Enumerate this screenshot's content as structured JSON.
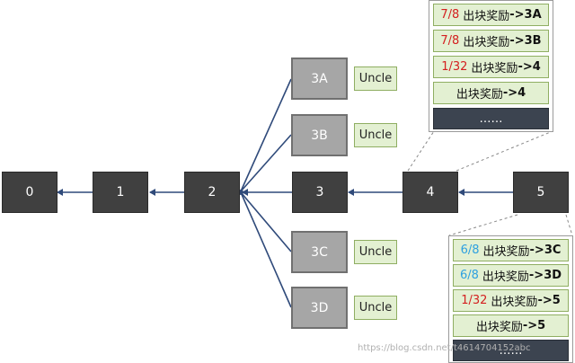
{
  "main_chain": [
    "0",
    "1",
    "2",
    "3",
    "4",
    "5"
  ],
  "branches": [
    {
      "block": "3A",
      "tag": "Uncle"
    },
    {
      "block": "3B",
      "tag": "Uncle"
    },
    {
      "block": "3C",
      "tag": "Uncle"
    },
    {
      "block": "3D",
      "tag": "Uncle"
    }
  ],
  "panel_top": {
    "rows": [
      {
        "fraction": "7/8",
        "text": "出块奖励",
        "arrow": "->3A",
        "fraction_color": "#d42020"
      },
      {
        "fraction": "7/8",
        "text": "出块奖励",
        "arrow": "->3B",
        "fraction_color": "#d42020"
      },
      {
        "fraction": "1/32",
        "text": "出块奖励",
        "arrow": "->4",
        "fraction_color": "#d42020"
      },
      {
        "fraction": "",
        "text": "出块奖励",
        "arrow": "->4",
        "fraction_color": ""
      }
    ],
    "ellipsis": "……"
  },
  "panel_bottom": {
    "rows": [
      {
        "fraction": "6/8",
        "text": "出块奖励",
        "arrow": "->3C",
        "fraction_color": "#2ea0e0"
      },
      {
        "fraction": "6/8",
        "text": "出块奖励",
        "arrow": "->3D",
        "fraction_color": "#2ea0e0"
      },
      {
        "fraction": "1/32",
        "text": "出块奖励",
        "arrow": "->5",
        "fraction_color": "#d42020"
      },
      {
        "fraction": "",
        "text": "出块奖励",
        "arrow": "->5",
        "fraction_color": ""
      }
    ],
    "ellipsis": "……"
  },
  "watermark": "https://blog.csdn.net/t4614704152abc",
  "colors": {
    "main_block": "#404040",
    "branch_block": "#a6a6a6",
    "uncle_fill": "#e3f0d2",
    "link": "#2f4a7a"
  }
}
